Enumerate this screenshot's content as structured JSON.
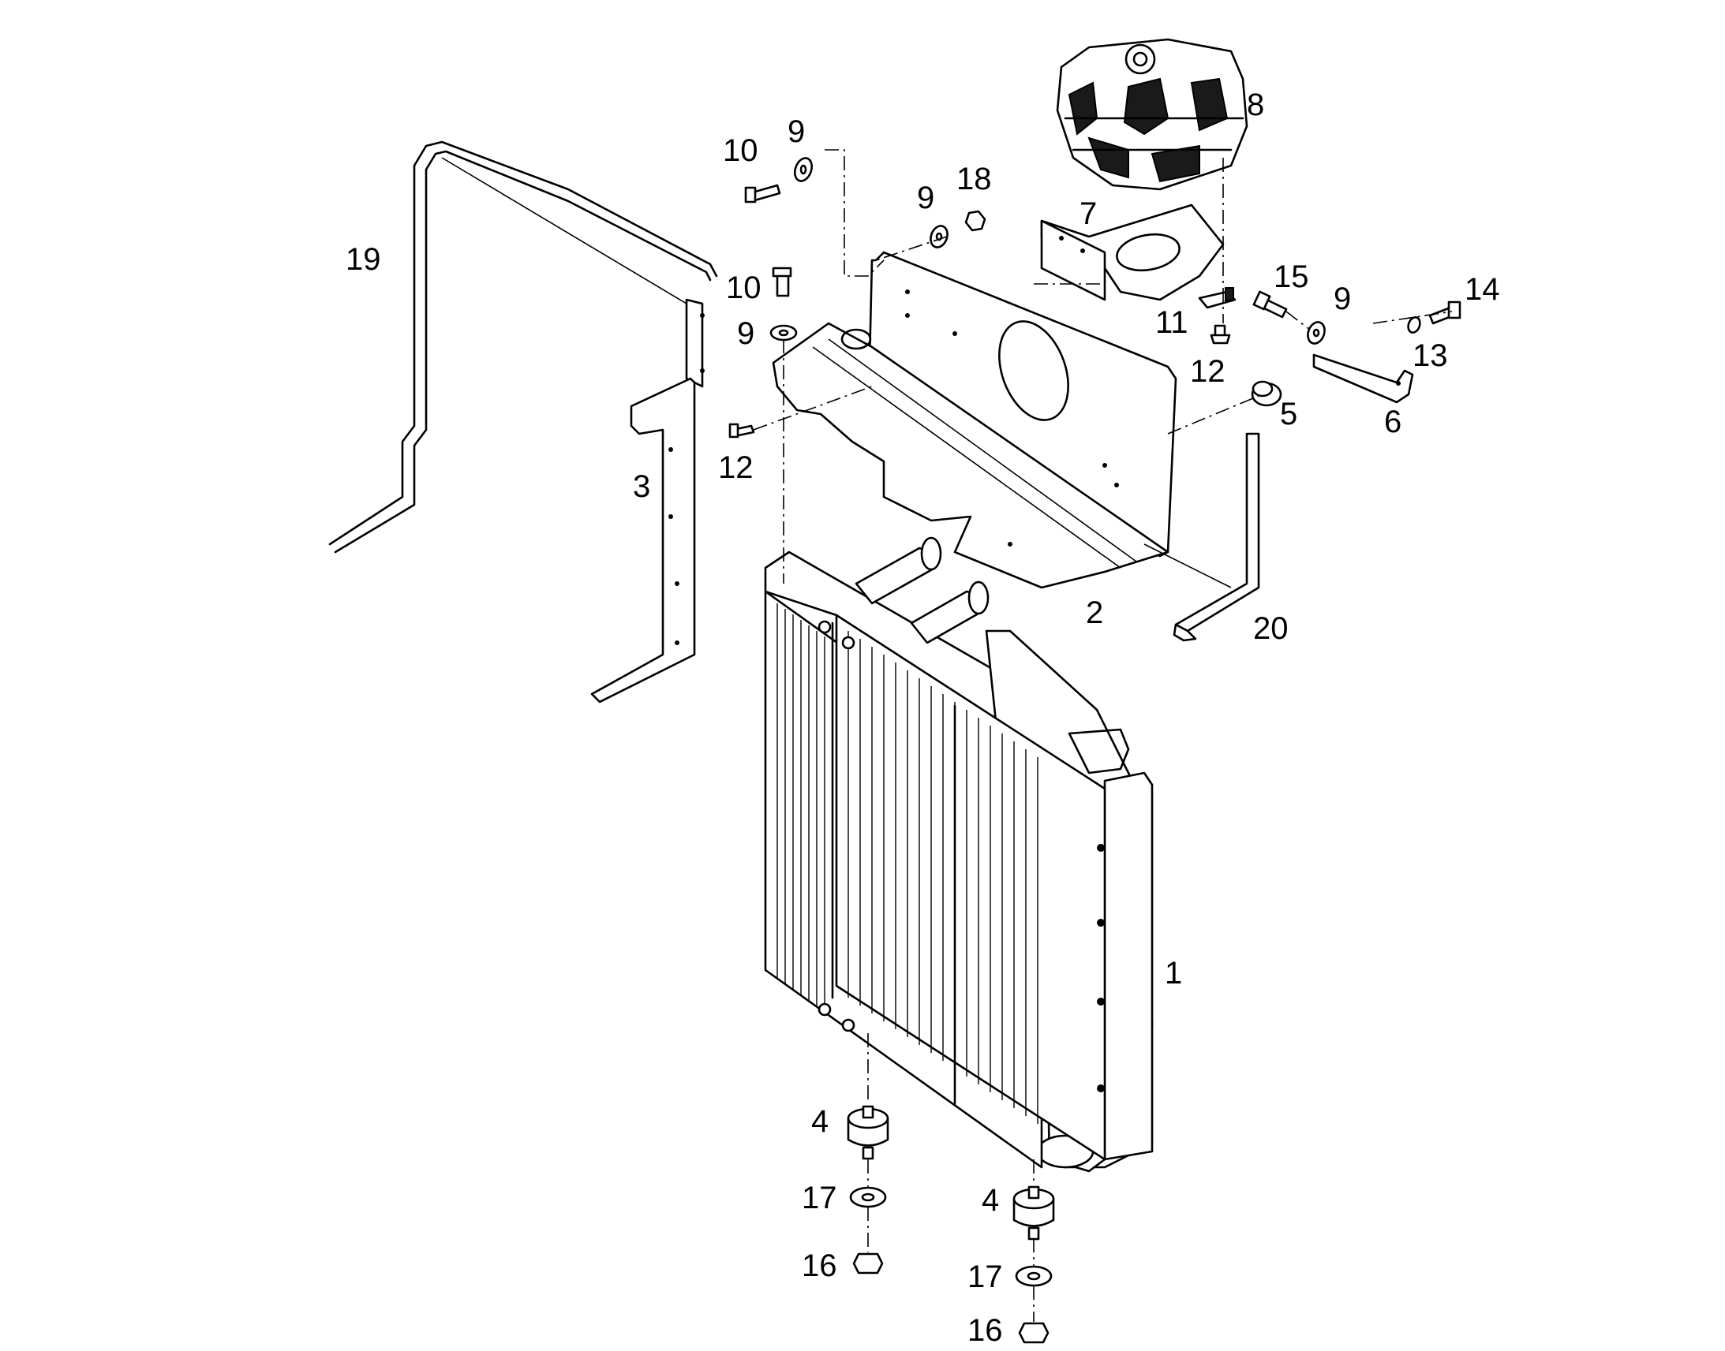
{
  "callouts": [
    {
      "id": "c1",
      "label": "1"
    },
    {
      "id": "c2",
      "label": "2"
    },
    {
      "id": "c3",
      "label": "3"
    },
    {
      "id": "c4a",
      "label": "4"
    },
    {
      "id": "c4b",
      "label": "4"
    },
    {
      "id": "c5",
      "label": "5"
    },
    {
      "id": "c6",
      "label": "6"
    },
    {
      "id": "c7",
      "label": "7"
    },
    {
      "id": "c8",
      "label": "8"
    },
    {
      "id": "c9a",
      "label": "9"
    },
    {
      "id": "c9b",
      "label": "9"
    },
    {
      "id": "c9c",
      "label": "9"
    },
    {
      "id": "c9d",
      "label": "9"
    },
    {
      "id": "c10a",
      "label": "10"
    },
    {
      "id": "c10b",
      "label": "10"
    },
    {
      "id": "c11",
      "label": "11"
    },
    {
      "id": "c12a",
      "label": "12"
    },
    {
      "id": "c12b",
      "label": "12"
    },
    {
      "id": "c13",
      "label": "13"
    },
    {
      "id": "c14",
      "label": "14"
    },
    {
      "id": "c15",
      "label": "15"
    },
    {
      "id": "c16a",
      "label": "16"
    },
    {
      "id": "c16b",
      "label": "16"
    },
    {
      "id": "c17a",
      "label": "17"
    },
    {
      "id": "c17b",
      "label": "17"
    },
    {
      "id": "c18",
      "label": "18"
    },
    {
      "id": "c19",
      "label": "19"
    },
    {
      "id": "c20",
      "label": "20"
    }
  ]
}
